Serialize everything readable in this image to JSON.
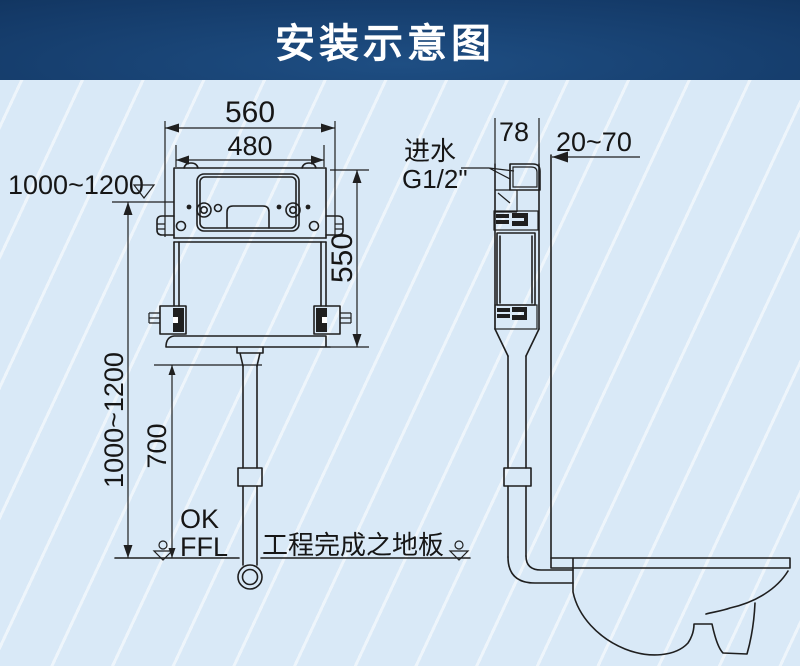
{
  "header": {
    "title": "安装示意图"
  },
  "palette": {
    "header_center": "#1e4e83",
    "header_edge": "#0a2443",
    "header_text": "#ffffff",
    "canvas_bg": "#d9e9f7",
    "stripe": "#ffffff",
    "line": "#1f1f1f"
  },
  "front_view": {
    "dim_width_outer": "560",
    "dim_width_inner": "480",
    "dim_height_tank": "550",
    "install_height_label": "1000~1200",
    "dim_install_height": "1000~1200",
    "dim_outlet_height": "700",
    "floor_marker_line1": "OK",
    "floor_marker_line2": "FFL",
    "floor_label": "工程完成之地板"
  },
  "side_view": {
    "dim_depth": "78",
    "dim_wall_offset": "20~70",
    "inlet_label_line1": "进水",
    "inlet_label_line2": "G1/2\""
  }
}
